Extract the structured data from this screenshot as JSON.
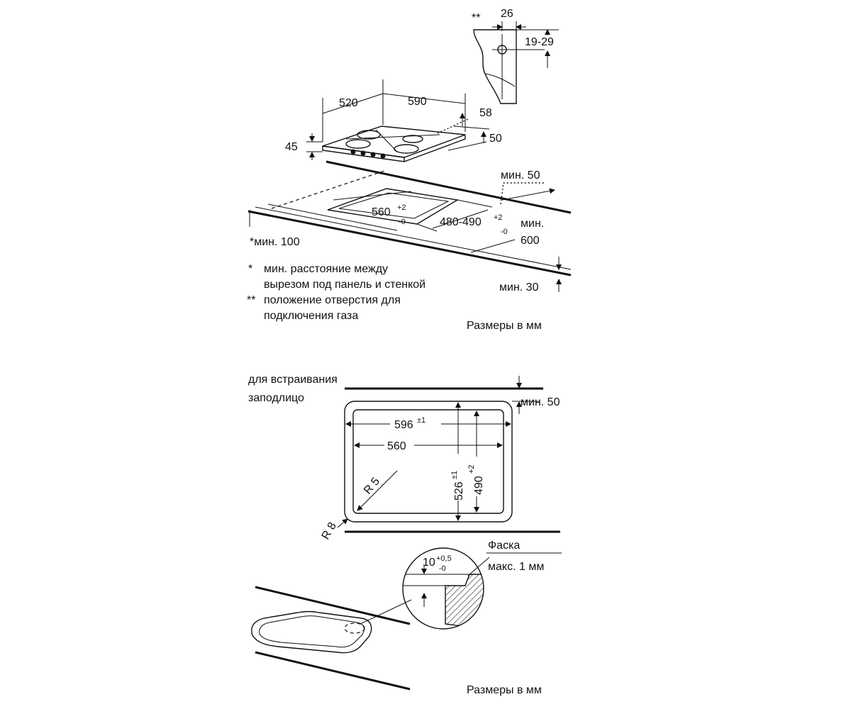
{
  "top": {
    "dims": {
      "d26": "26",
      "d19_29": "19-29",
      "gas_mark": "**",
      "d520": "520",
      "d590": "590",
      "d58": "58",
      "d50": "50",
      "d45": "45",
      "min50": "мин. 50",
      "cut_w": "560",
      "cut_w_tol_plus": "+2",
      "cut_w_tol_minus": "-0",
      "cut_d": "480-490",
      "cut_d_tol_plus": "+2",
      "cut_d_tol_minus": "-0",
      "min600_a": "мин.",
      "min600_b": "600",
      "min100": "*мин. 100",
      "min30": "мин. 30"
    },
    "notes": [
      {
        "mark": "*",
        "line1": "мин. расстояние между",
        "line2": "вырезом под панель и стенкой"
      },
      {
        "mark": "**",
        "line1": "положение отверстия для",
        "line2": "подключения газа"
      }
    ],
    "units": "Размеры в мм"
  },
  "bottom": {
    "flush_line1": "для встраивания",
    "flush_line2": "заподлицо",
    "min50": "мин. 50",
    "d596": "596",
    "d596_tol": "±1",
    "d560": "560",
    "d526": "526",
    "d526_tol": "±1",
    "d490": "490",
    "d490_tol": "+2",
    "r5": "R 5",
    "r8": "R 8",
    "chamfer_line1": "Фаска",
    "chamfer_line2": "макс. 1 мм",
    "d10": "10",
    "d10_tol_plus": "+0,5",
    "d10_tol_minus": "-0",
    "units": "Размеры в мм"
  }
}
